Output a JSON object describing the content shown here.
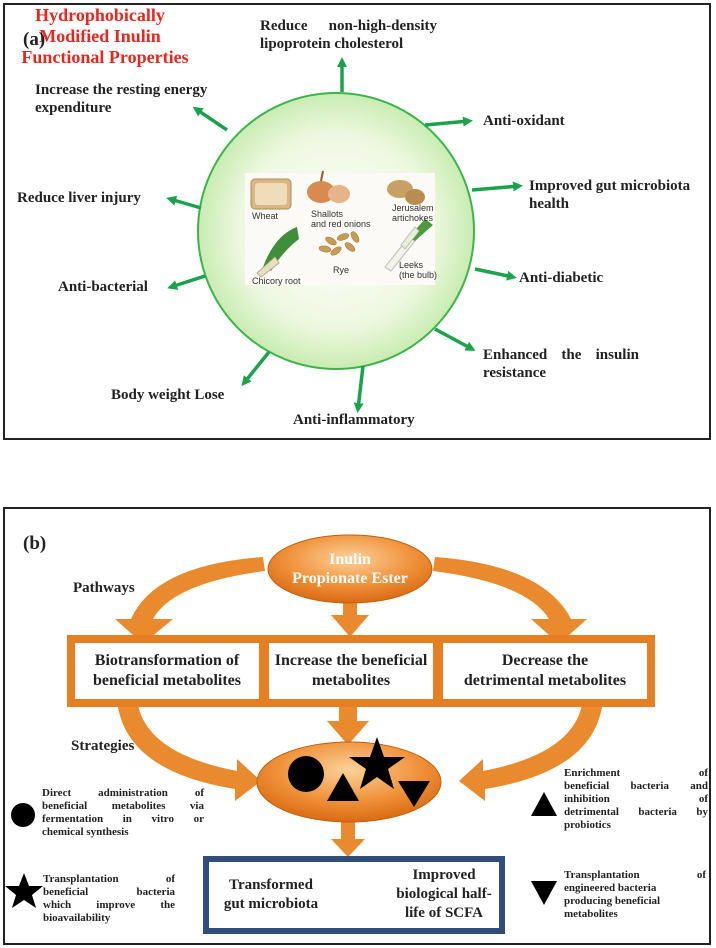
{
  "panel_a": {
    "label": "(a)",
    "center_title": [
      "Hydrophobically",
      "Modified Inulin"
    ],
    "center_subtitle": "Functional Properties",
    "foods": {
      "wheat": "Wheat",
      "shallots": [
        "Shallots",
        "and red onions"
      ],
      "jerusalem": [
        "Jerusalem",
        "artichokes"
      ],
      "chicory": "Chicory root",
      "rye": "Rye",
      "leeks": [
        "Leeks",
        "(the bulb)"
      ]
    },
    "properties": {
      "reduce_cholesterol": [
        "Reduce non-high-density",
        "lipoprotein cholesterol"
      ],
      "anti_oxidant": "Anti-oxidant",
      "gut_health": [
        "Improved gut microbiota",
        "health"
      ],
      "anti_diabetic": "Anti-diabetic",
      "insulin": [
        "Enhanced the insulin",
        "resistance"
      ],
      "anti_inflammatory": "Anti-inflammatory",
      "weight": "Body weight Lose",
      "anti_bacterial": "Anti-bacterial",
      "liver": "Reduce liver injury",
      "energy": [
        "Increase the resting energy",
        "expenditure"
      ]
    }
  },
  "panel_b": {
    "label": "(b)",
    "top_oval": [
      "Inulin",
      "Propionate Ester"
    ],
    "pathways_label": "Pathways",
    "strategies_label": "Strategies",
    "boxes": {
      "biotransformation": [
        "Biotransformation of",
        "beneficial metabolites"
      ],
      "increase": [
        "Increase the beneficial",
        "metabolites"
      ],
      "decrease": [
        "Decrease the",
        "detrimental metabolites"
      ]
    },
    "result": {
      "left": [
        "Transformed",
        "gut microbiota"
      ],
      "right": [
        "Improved",
        "biological half-",
        "life of SCFA"
      ]
    },
    "legend": {
      "circle": [
        "Direct administration of",
        "beneficial metabolites via",
        "fermentation in vitro or",
        "chemical synthesis"
      ],
      "star": [
        "Transplantation of",
        "beneficial bacteria",
        "which improve the",
        "bioavailability"
      ],
      "triangle_up": [
        "Enrichment of",
        "beneficial bacteria and",
        "inhibition of",
        "detrimental bacteria by",
        "probiotics"
      ],
      "triangle_down": [
        "Transplantation of",
        "engineered bacteria",
        "producing beneficial",
        "metabolites"
      ]
    }
  },
  "colors": {
    "orange": "#e67e22",
    "green_arrow": "#1aa34a",
    "red_text": "#e4271f",
    "navy_border": "#2f4f7a"
  }
}
